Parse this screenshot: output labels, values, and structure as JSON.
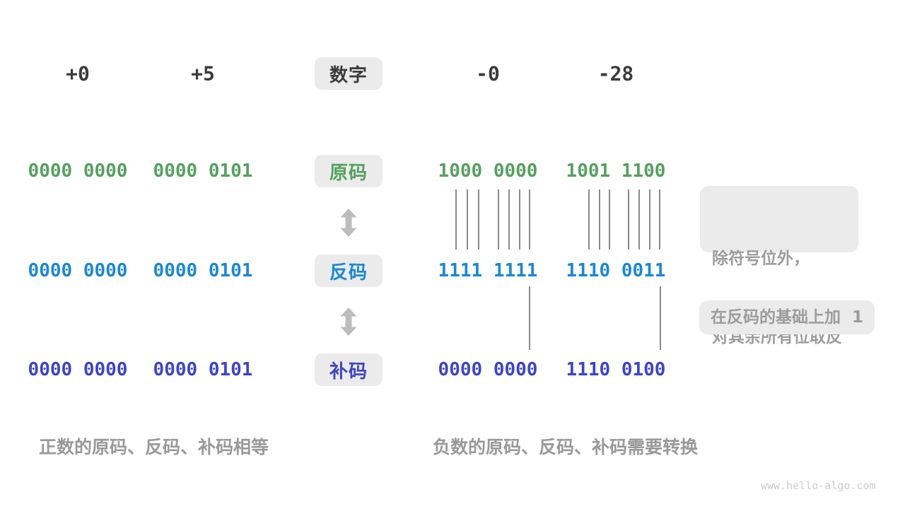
{
  "colors": {
    "green": "#55a05e",
    "blue": "#1b87d3",
    "indigo": "#3d44c4",
    "dark": "#3c3c3c",
    "badge_bg": "#ebebeb",
    "muted": "#9c9c9c",
    "caption": "#999999",
    "line": "#8a8a8a",
    "arrow": "#bdbdbd",
    "watermark": "#cccccc"
  },
  "header": {
    "badge": "数字",
    "values": [
      "+0",
      "+5",
      "-0",
      "-28"
    ]
  },
  "rows": [
    {
      "badge": "原码",
      "color": "green",
      "values": [
        "0000 0000",
        "0000 0101",
        "1000 0000",
        "1001 1100"
      ]
    },
    {
      "badge": "反码",
      "color": "blue",
      "values": [
        "0000 0000",
        "0000 0101",
        "1111 1111",
        "1110 0011"
      ]
    },
    {
      "badge": "补码",
      "color": "indigo",
      "values": [
        "0000 0000",
        "0000 0101",
        "0000 0000",
        "1110 0100"
      ]
    }
  ],
  "annotations": {
    "flip": {
      "line1": "除符号位外，",
      "line2": "对其余所有位取反"
    },
    "add_one": "在反码的基础上加  1"
  },
  "captions": {
    "positive": "正数的原码、反码、补码相等",
    "negative": "负数的原码、反码、补码需要转换"
  },
  "watermark": "www.hello-algo.com",
  "connector_lines": {
    "flip_ticks": [
      [
        644,
        660,
        676,
        704,
        719,
        734,
        748
      ],
      [
        832,
        847,
        861,
        888,
        903,
        918,
        932
      ]
    ],
    "flip_ticks_y": 268,
    "flip_ticks_h": 85,
    "carry_ticks": [
      748,
      933
    ],
    "carry_ticks_y": 405,
    "carry_ticks_h": 90
  }
}
